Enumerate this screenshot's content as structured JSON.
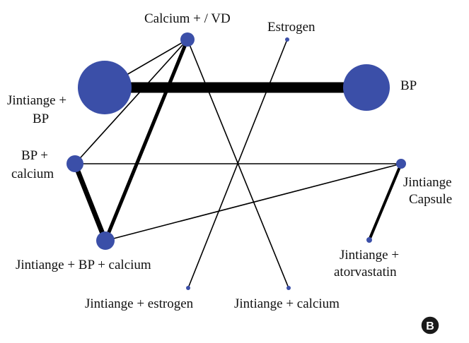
{
  "diagram": {
    "node_color": "#3b4fa8",
    "edge_color": "#000000",
    "nodes": [
      {
        "id": "calcium_vd",
        "label": "Calcium + / VD"
      },
      {
        "id": "estrogen",
        "label": "Estrogen"
      },
      {
        "id": "jintiange_bp",
        "label_lines": [
          "Jintiange +",
          "BP"
        ]
      },
      {
        "id": "bp",
        "label": "BP"
      },
      {
        "id": "bp_calcium",
        "label_lines": [
          "BP +",
          "calcium"
        ]
      },
      {
        "id": "jintiange_capsule",
        "label_lines": [
          "Jintiange",
          "Capsule"
        ]
      },
      {
        "id": "jintiange_bp_calcium",
        "label": "Jintiange + BP + calcium"
      },
      {
        "id": "jintiange_atorvastatin",
        "label_lines": [
          "Jintiange +",
          "atorvastatin"
        ]
      },
      {
        "id": "jintiange_estrogen",
        "label": "Jintiange + estrogen"
      },
      {
        "id": "jintiange_calcium",
        "label": "Jintiange + calcium"
      }
    ],
    "edges": [
      {
        "from": "jintiange_bp",
        "to": "bp"
      },
      {
        "from": "calcium_vd",
        "to": "jintiange_bp"
      },
      {
        "from": "calcium_vd",
        "to": "bp_calcium"
      },
      {
        "from": "calcium_vd",
        "to": "jintiange_bp_calcium"
      },
      {
        "from": "calcium_vd",
        "to": "jintiange_calcium"
      },
      {
        "from": "estrogen",
        "to": "jintiange_estrogen"
      },
      {
        "from": "bp_calcium",
        "to": "jintiange_bp_calcium"
      },
      {
        "from": "bp_calcium",
        "to": "jintiange_capsule"
      },
      {
        "from": "jintiange_bp_calcium",
        "to": "jintiange_capsule"
      },
      {
        "from": "jintiange_capsule",
        "to": "jintiange_atorvastatin"
      }
    ],
    "panel_badge": "B"
  }
}
